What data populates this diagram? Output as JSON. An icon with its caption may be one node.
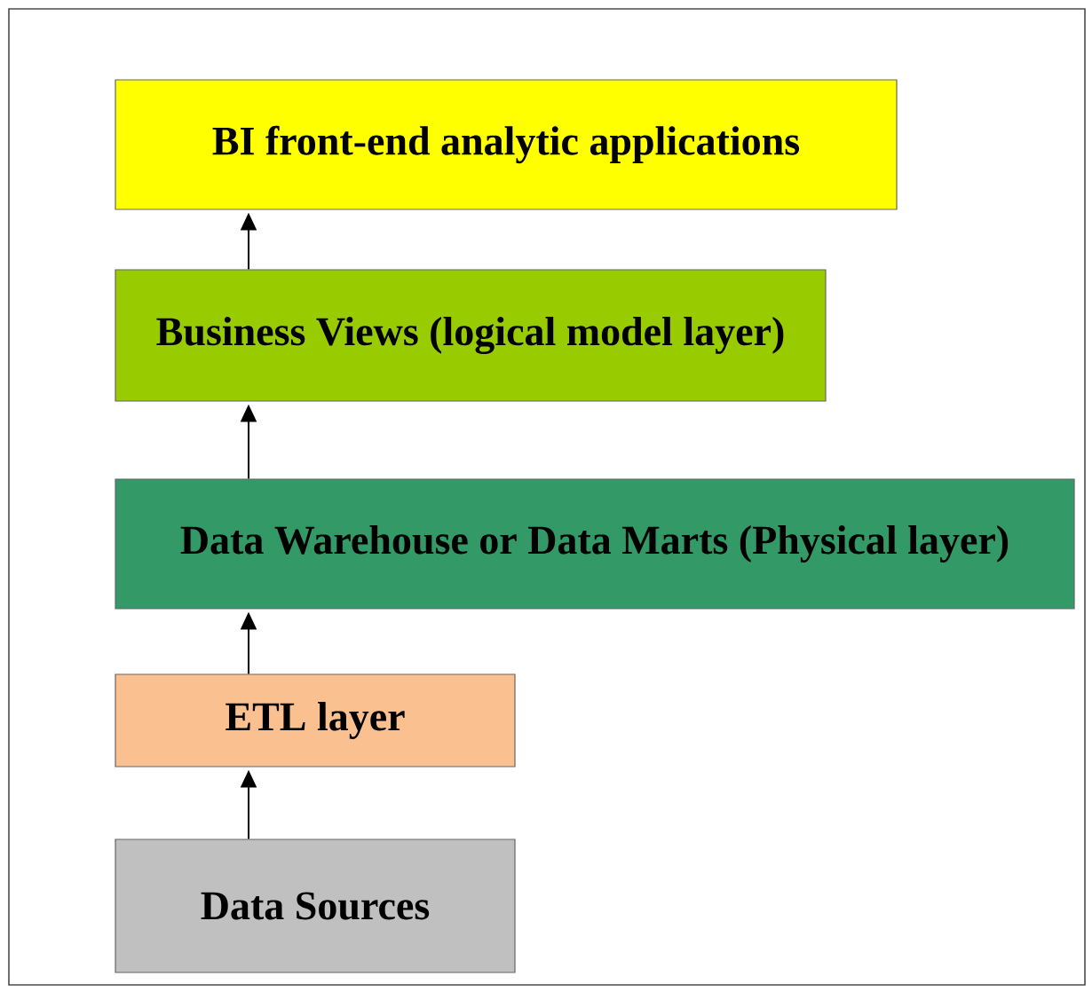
{
  "diagram": {
    "nodes": [
      {
        "text": [
          "BI front-end analytic applications"
        ]
      },
      {
        "text": [
          "Business Views (logical model layer)"
        ]
      },
      {
        "text": [
          "Data Warehouse or Data Marts (Physical layer)"
        ]
      },
      {
        "text": [
          "ETL layer"
        ]
      },
      {
        "text": [
          "Data Sources"
        ]
      }
    ],
    "edges": [
      {
        "from": 4,
        "to": 3,
        "arrow": "to"
      },
      {
        "from": 3,
        "to": 2,
        "arrow": "to"
      },
      {
        "from": 2,
        "to": 1,
        "arrow": "to"
      },
      {
        "from": 1,
        "to": 0,
        "arrow": "to"
      }
    ]
  }
}
